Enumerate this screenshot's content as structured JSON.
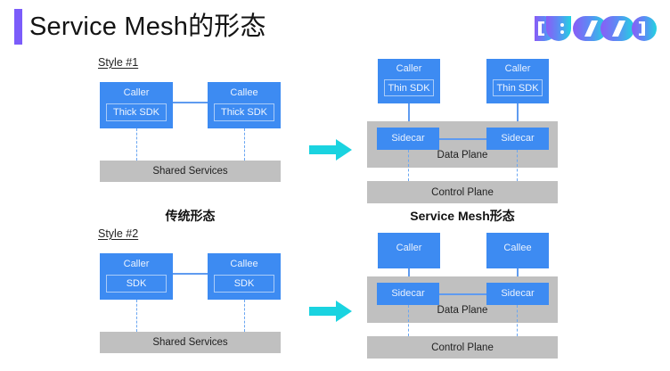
{
  "header": {
    "title": "Service Mesh的形态",
    "accent_color": "#7b5cfa",
    "logo": {
      "name": "dubbo-logo",
      "text": "DUBBO",
      "letters": [
        "D",
        "U",
        "B",
        "B",
        "O"
      ],
      "gradient_from": "#8a5cf6",
      "gradient_to": "#22d3e0"
    }
  },
  "colors": {
    "node_blue": "#3d8bf2",
    "gray": "#c0c0c0",
    "arrow_cyan": "#1ad3e0",
    "link_blue": "#5f9bf0",
    "dashed_blue": "#6aa6f2"
  },
  "sections": {
    "traditional_heading": "传统形态",
    "mesh_heading": "Service Mesh形态"
  },
  "panels": {
    "top_left": {
      "style_label": "Style #1",
      "caller": {
        "label": "Caller",
        "sdk": "Thick SDK"
      },
      "callee": {
        "label": "Callee",
        "sdk": "Thick SDK"
      },
      "shared_services": "Shared Services"
    },
    "top_right": {
      "left_node": {
        "label": "Caller",
        "sdk": "Thin SDK"
      },
      "right_node": {
        "label": "Caller",
        "sdk": "Thin SDK"
      },
      "left_sidecar": "Sidecar",
      "right_sidecar": "Sidecar",
      "data_plane": "Data Plane",
      "control_plane": "Control Plane"
    },
    "bottom_left": {
      "style_label": "Style #2",
      "caller": {
        "label": "Caller",
        "sdk": "SDK"
      },
      "callee": {
        "label": "Callee",
        "sdk": "SDK"
      },
      "shared_services": "Shared Services"
    },
    "bottom_right": {
      "left_node": {
        "label": "Caller"
      },
      "right_node": {
        "label": "Callee"
      },
      "left_sidecar": "Sidecar",
      "right_sidecar": "Sidecar",
      "data_plane": "Data Plane",
      "control_plane": "Control Plane"
    }
  },
  "arrows": {
    "top": {
      "name": "transform-arrow-top"
    },
    "bottom": {
      "name": "transform-arrow-bottom"
    }
  }
}
